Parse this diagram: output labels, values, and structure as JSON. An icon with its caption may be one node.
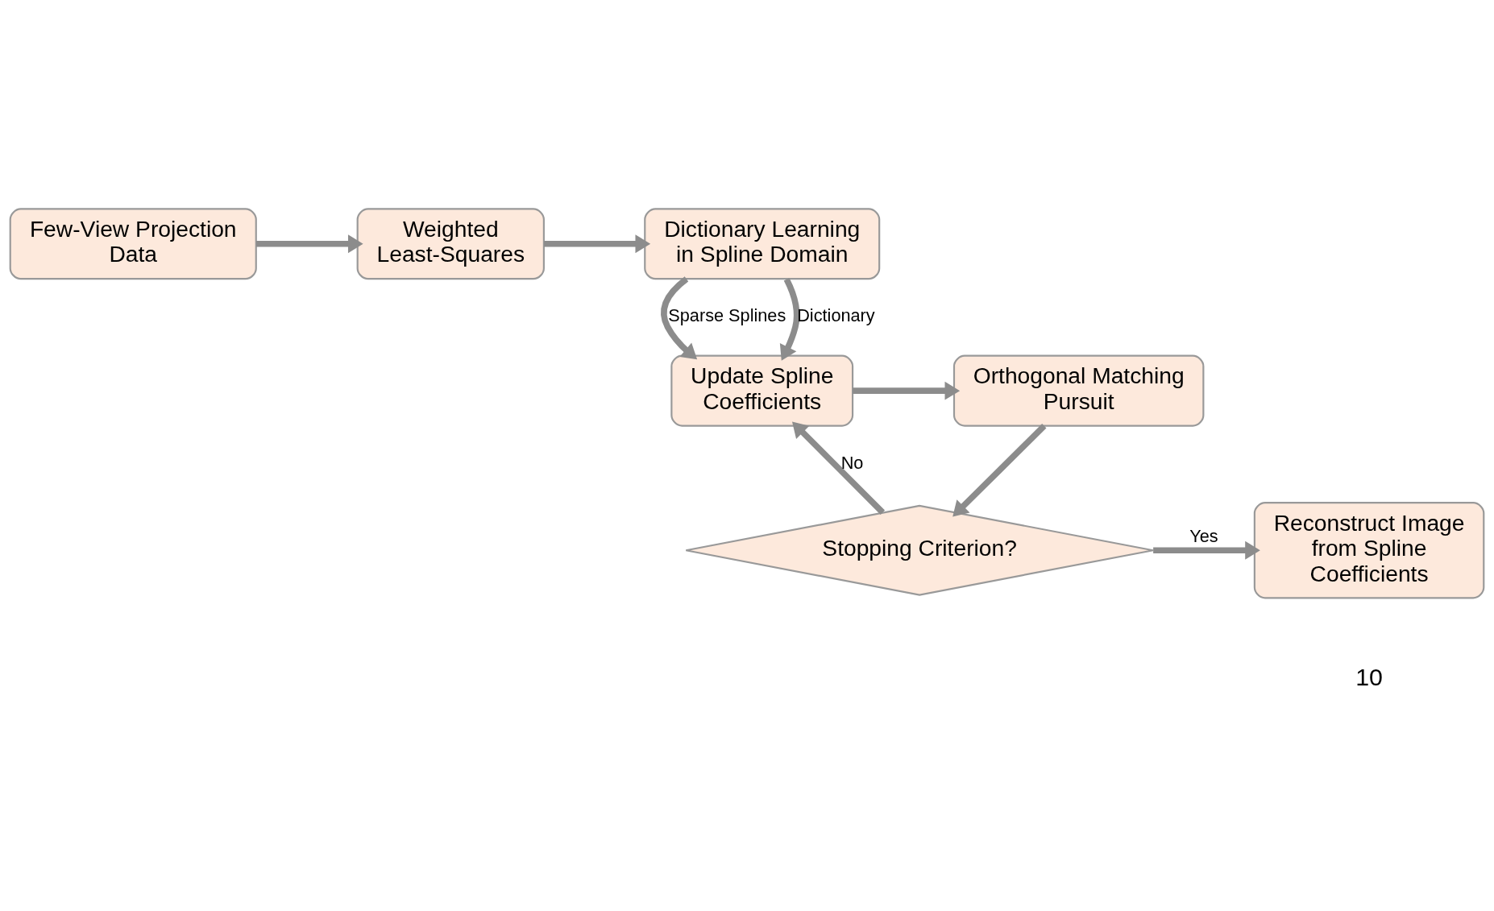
{
  "diagram": {
    "nodes": [
      {
        "text": [
          "Few-View Projection Data"
        ]
      },
      {
        "text": [
          "Weighted Least-Squares"
        ]
      },
      {
        "text": [
          "Dictionary Learning in Spline Domain"
        ]
      },
      {
        "text": [
          "Orthogonal Matching Pursuit"
        ]
      },
      {
        "text": [
          "Update Spline Coefficients"
        ]
      },
      {
        "text": [
          "Stopping Criterion?"
        ]
      },
      {
        "text": [
          "Reconstruct Image from Spline Coefficients"
        ]
      }
    ],
    "edges": [
      {
        "from": 0,
        "to": 1,
        "arrow": "to"
      },
      {
        "from": 1,
        "to": 2,
        "arrow": "to"
      },
      {
        "from": 2,
        "to": 4,
        "arrow": "to",
        "label": "Sparse Splines"
      },
      {
        "from": 2,
        "to": 4,
        "arrow": "to",
        "label": "Dictionary"
      },
      {
        "from": 4,
        "to": 3,
        "arrow": "to"
      },
      {
        "from": 3,
        "to": 5,
        "arrow": "to"
      },
      {
        "from": 5,
        "to": 6,
        "arrow": "to",
        "label": "Yes"
      },
      {
        "from": 5,
        "to": 4,
        "arrow": "to",
        "label": "No"
      }
    ],
    "labels": [
      "10"
    ]
  }
}
